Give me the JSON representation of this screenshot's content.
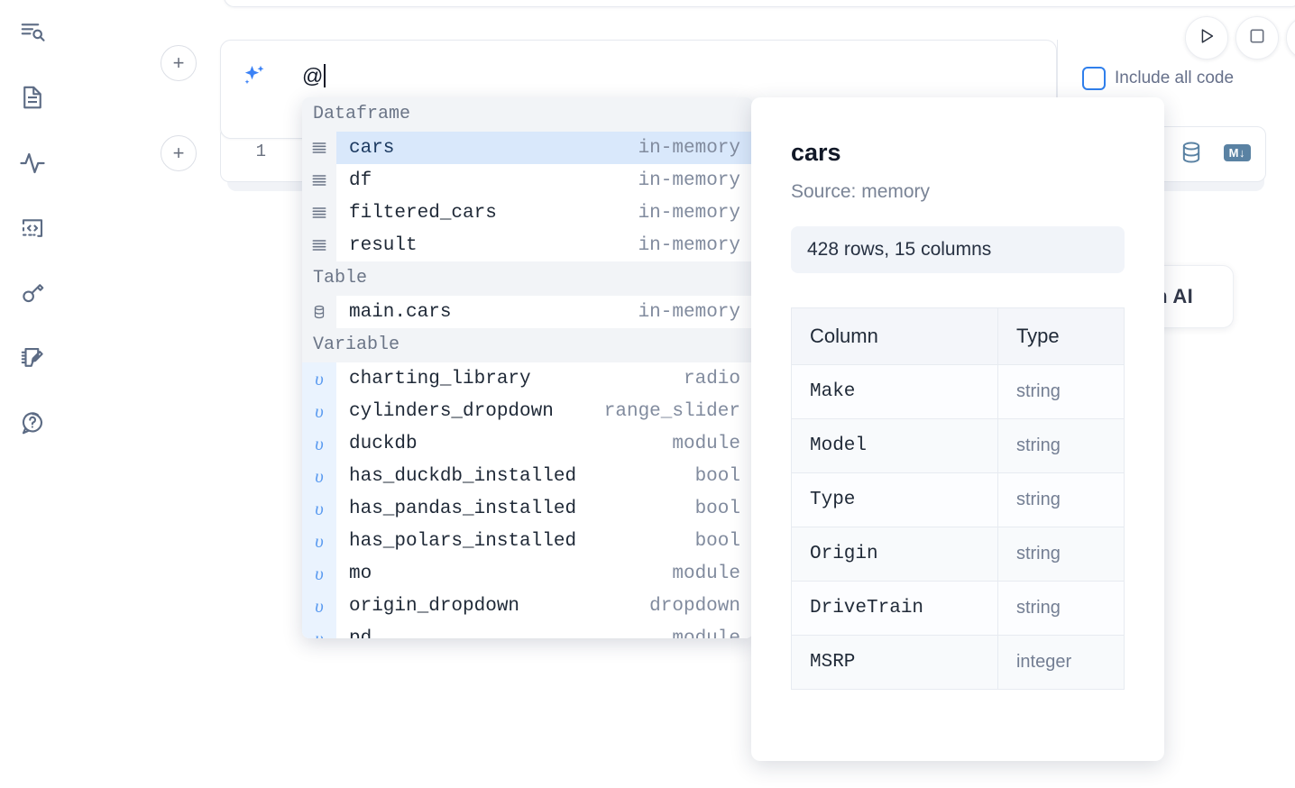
{
  "sidebar": {
    "items": [
      {
        "name": "explore-icon",
        "label": "Explore"
      },
      {
        "name": "file-text-icon",
        "label": "Files"
      },
      {
        "name": "activity-icon",
        "label": "Variables"
      },
      {
        "name": "code-brackets-icon",
        "label": "Snippets"
      },
      {
        "name": "key-icon",
        "label": "Secrets"
      },
      {
        "name": "notebook-pencil-icon",
        "label": "Scratchpad"
      },
      {
        "name": "help-chat-icon",
        "label": "Help"
      }
    ]
  },
  "toolbar": {
    "run_label": "Run",
    "stop_label": "Stop",
    "include_all_code_label": "Include all code",
    "include_all_code_checked": false,
    "accent_color": "#2f7fec"
  },
  "ai_cell": {
    "icon": "sparkles-icon",
    "input_value": "@",
    "placeholder": "",
    "add_button_label": "+"
  },
  "code_cell": {
    "line_number": "1",
    "tools": [
      {
        "name": "database-icon",
        "label": "SQL"
      },
      {
        "name": "markdown-icon",
        "label": "M↓"
      }
    ]
  },
  "ai_card": {
    "label": "h AI"
  },
  "autocomplete": {
    "groups": [
      {
        "label": "Dataframe",
        "icon": "dataframe-icon",
        "kind": "df",
        "items": [
          {
            "name": "cars",
            "type": "in-memory",
            "selected": true
          },
          {
            "name": "df",
            "type": "in-memory",
            "selected": false
          },
          {
            "name": "filtered_cars",
            "type": "in-memory",
            "selected": false
          },
          {
            "name": "result",
            "type": "in-memory",
            "selected": false
          }
        ]
      },
      {
        "label": "Table",
        "icon": "table-db-icon",
        "kind": "tbl",
        "items": [
          {
            "name": "main.cars",
            "type": "in-memory",
            "selected": false
          }
        ]
      },
      {
        "label": "Variable",
        "icon": "variable-icon",
        "kind": "var",
        "items": [
          {
            "name": "charting_library",
            "type": "radio",
            "selected": false
          },
          {
            "name": "cylinders_dropdown",
            "type": "range_slider",
            "selected": false
          },
          {
            "name": "duckdb",
            "type": "module",
            "selected": false
          },
          {
            "name": "has_duckdb_installed",
            "type": "bool",
            "selected": false
          },
          {
            "name": "has_pandas_installed",
            "type": "bool",
            "selected": false
          },
          {
            "name": "has_polars_installed",
            "type": "bool",
            "selected": false
          },
          {
            "name": "mo",
            "type": "module",
            "selected": false
          },
          {
            "name": "origin_dropdown",
            "type": "dropdown",
            "selected": false
          },
          {
            "name": "pd",
            "type": "module",
            "selected": false
          }
        ]
      }
    ]
  },
  "detail": {
    "title": "cars",
    "source": "Source: memory",
    "shape": "428 rows, 15 columns",
    "table": {
      "headers": [
        "Column",
        "Type"
      ],
      "rows": [
        {
          "column": "Make",
          "type": "string"
        },
        {
          "column": "Model",
          "type": "string"
        },
        {
          "column": "Type",
          "type": "string"
        },
        {
          "column": "Origin",
          "type": "string"
        },
        {
          "column": "DriveTrain",
          "type": "string"
        },
        {
          "column": "MSRP",
          "type": "integer"
        }
      ]
    }
  }
}
